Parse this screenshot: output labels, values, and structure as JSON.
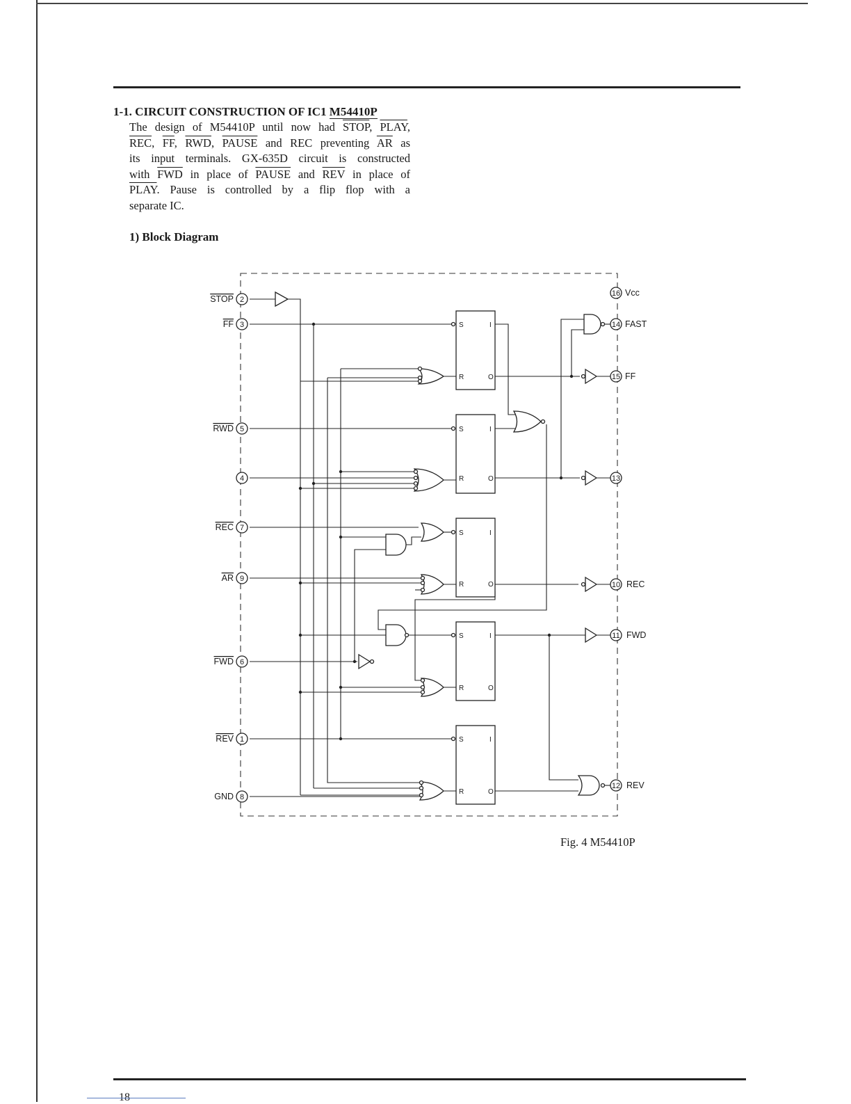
{
  "section": {
    "number": "1-1.",
    "title_prefix": "CIRCUIT CONSTRUCTION OF IC1 ",
    "title_chip": "M54410P"
  },
  "paragraph": {
    "l1": {
      "a": "The design of M54410P until now had ",
      "b": "STOP",
      "c": ", ",
      "d": "PLAY",
      "e": ","
    },
    "l2": {
      "a": "REC",
      "b": ", ",
      "c": "FF",
      "d": ", ",
      "e": "RWD",
      "f": ", ",
      "g": "PAUSE",
      "h": " and REC preventing ",
      "i": "AR",
      "j": " as"
    },
    "l3": {
      "a": "its input terminals. GX-635D circuit is constructed"
    },
    "l4": {
      "a": "with ",
      "b": "FWD",
      "c": " in place of ",
      "d": "PAUSE",
      "e": " and ",
      "f": "REV",
      "g": " in place of"
    },
    "l5": {
      "a": "PLAY",
      "b": ". Pause is controlled by a flip flop with a"
    },
    "l6": {
      "a": "separate IC."
    }
  },
  "subheading": "1) Block Diagram",
  "diagram": {
    "pins_left": {
      "stop": {
        "label": "STOP",
        "num": "2"
      },
      "ff": {
        "label": "FF",
        "num": "3"
      },
      "rwd": {
        "label": "RWD",
        "num": "5"
      },
      "p4": {
        "num": "4"
      },
      "rec": {
        "label": "REC",
        "num": "7"
      },
      "ar": {
        "label": "AR",
        "num": "9"
      },
      "fwd": {
        "label": "FWD",
        "num": "6"
      },
      "rev": {
        "label": "REV",
        "num": "1"
      },
      "gnd": {
        "label": "GND",
        "num": "8"
      }
    },
    "pins_right": {
      "vcc": {
        "label": "Vcc",
        "num": "16"
      },
      "fast": {
        "label": "FAST",
        "num": "14"
      },
      "ff": {
        "label": "FF",
        "num": "15"
      },
      "p13": {
        "num": "13"
      },
      "rec": {
        "label": "REC",
        "num": "10"
      },
      "fwd": {
        "label": "FWD",
        "num": "11"
      },
      "rev": {
        "label": "REV",
        "num": "12"
      }
    },
    "flipflop": {
      "s": "S",
      "r": "R",
      "q1": "I",
      "q0": "O"
    }
  },
  "figure_caption": "Fig. 4   M54410P",
  "page_number": "18"
}
